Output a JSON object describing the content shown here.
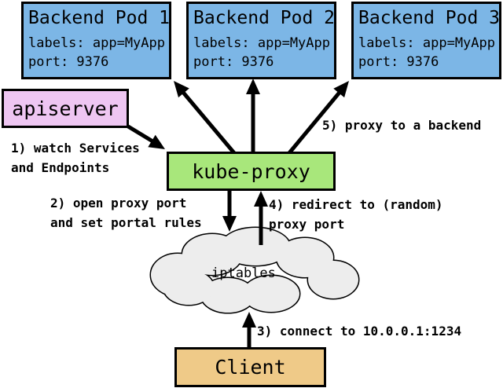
{
  "pods": [
    {
      "title": "Backend Pod 1",
      "labels": "labels: app=MyApp",
      "port": "port: 9376"
    },
    {
      "title": "Backend Pod 2",
      "labels": "labels: app=MyApp",
      "port": "port: 9376"
    },
    {
      "title": "Backend Pod 3",
      "labels": "labels: app=MyApp",
      "port": "port: 9376"
    }
  ],
  "nodes": {
    "apiserver": "apiserver",
    "kube_proxy": "kube-proxy",
    "iptables": "iptables",
    "client": "Client"
  },
  "annotations": {
    "step1": [
      "1) watch Services",
      "and Endpoints"
    ],
    "step2": [
      "2) open proxy port",
      "and set portal rules"
    ],
    "step3": [
      "3) connect to 10.0.0.1:1234"
    ],
    "step4": [
      "4) redirect to (random)",
      "proxy port"
    ],
    "step5": [
      "5) proxy to a backend"
    ]
  },
  "colors": {
    "pod_fill": "#7CB6E6",
    "apiserver_fill": "#EEC6F2",
    "kube_proxy_fill": "#A8E77B",
    "client_fill": "#EFCA88",
    "cloud_fill": "#EDEDED",
    "outline": "#000000",
    "background": "#FFFFFF"
  }
}
